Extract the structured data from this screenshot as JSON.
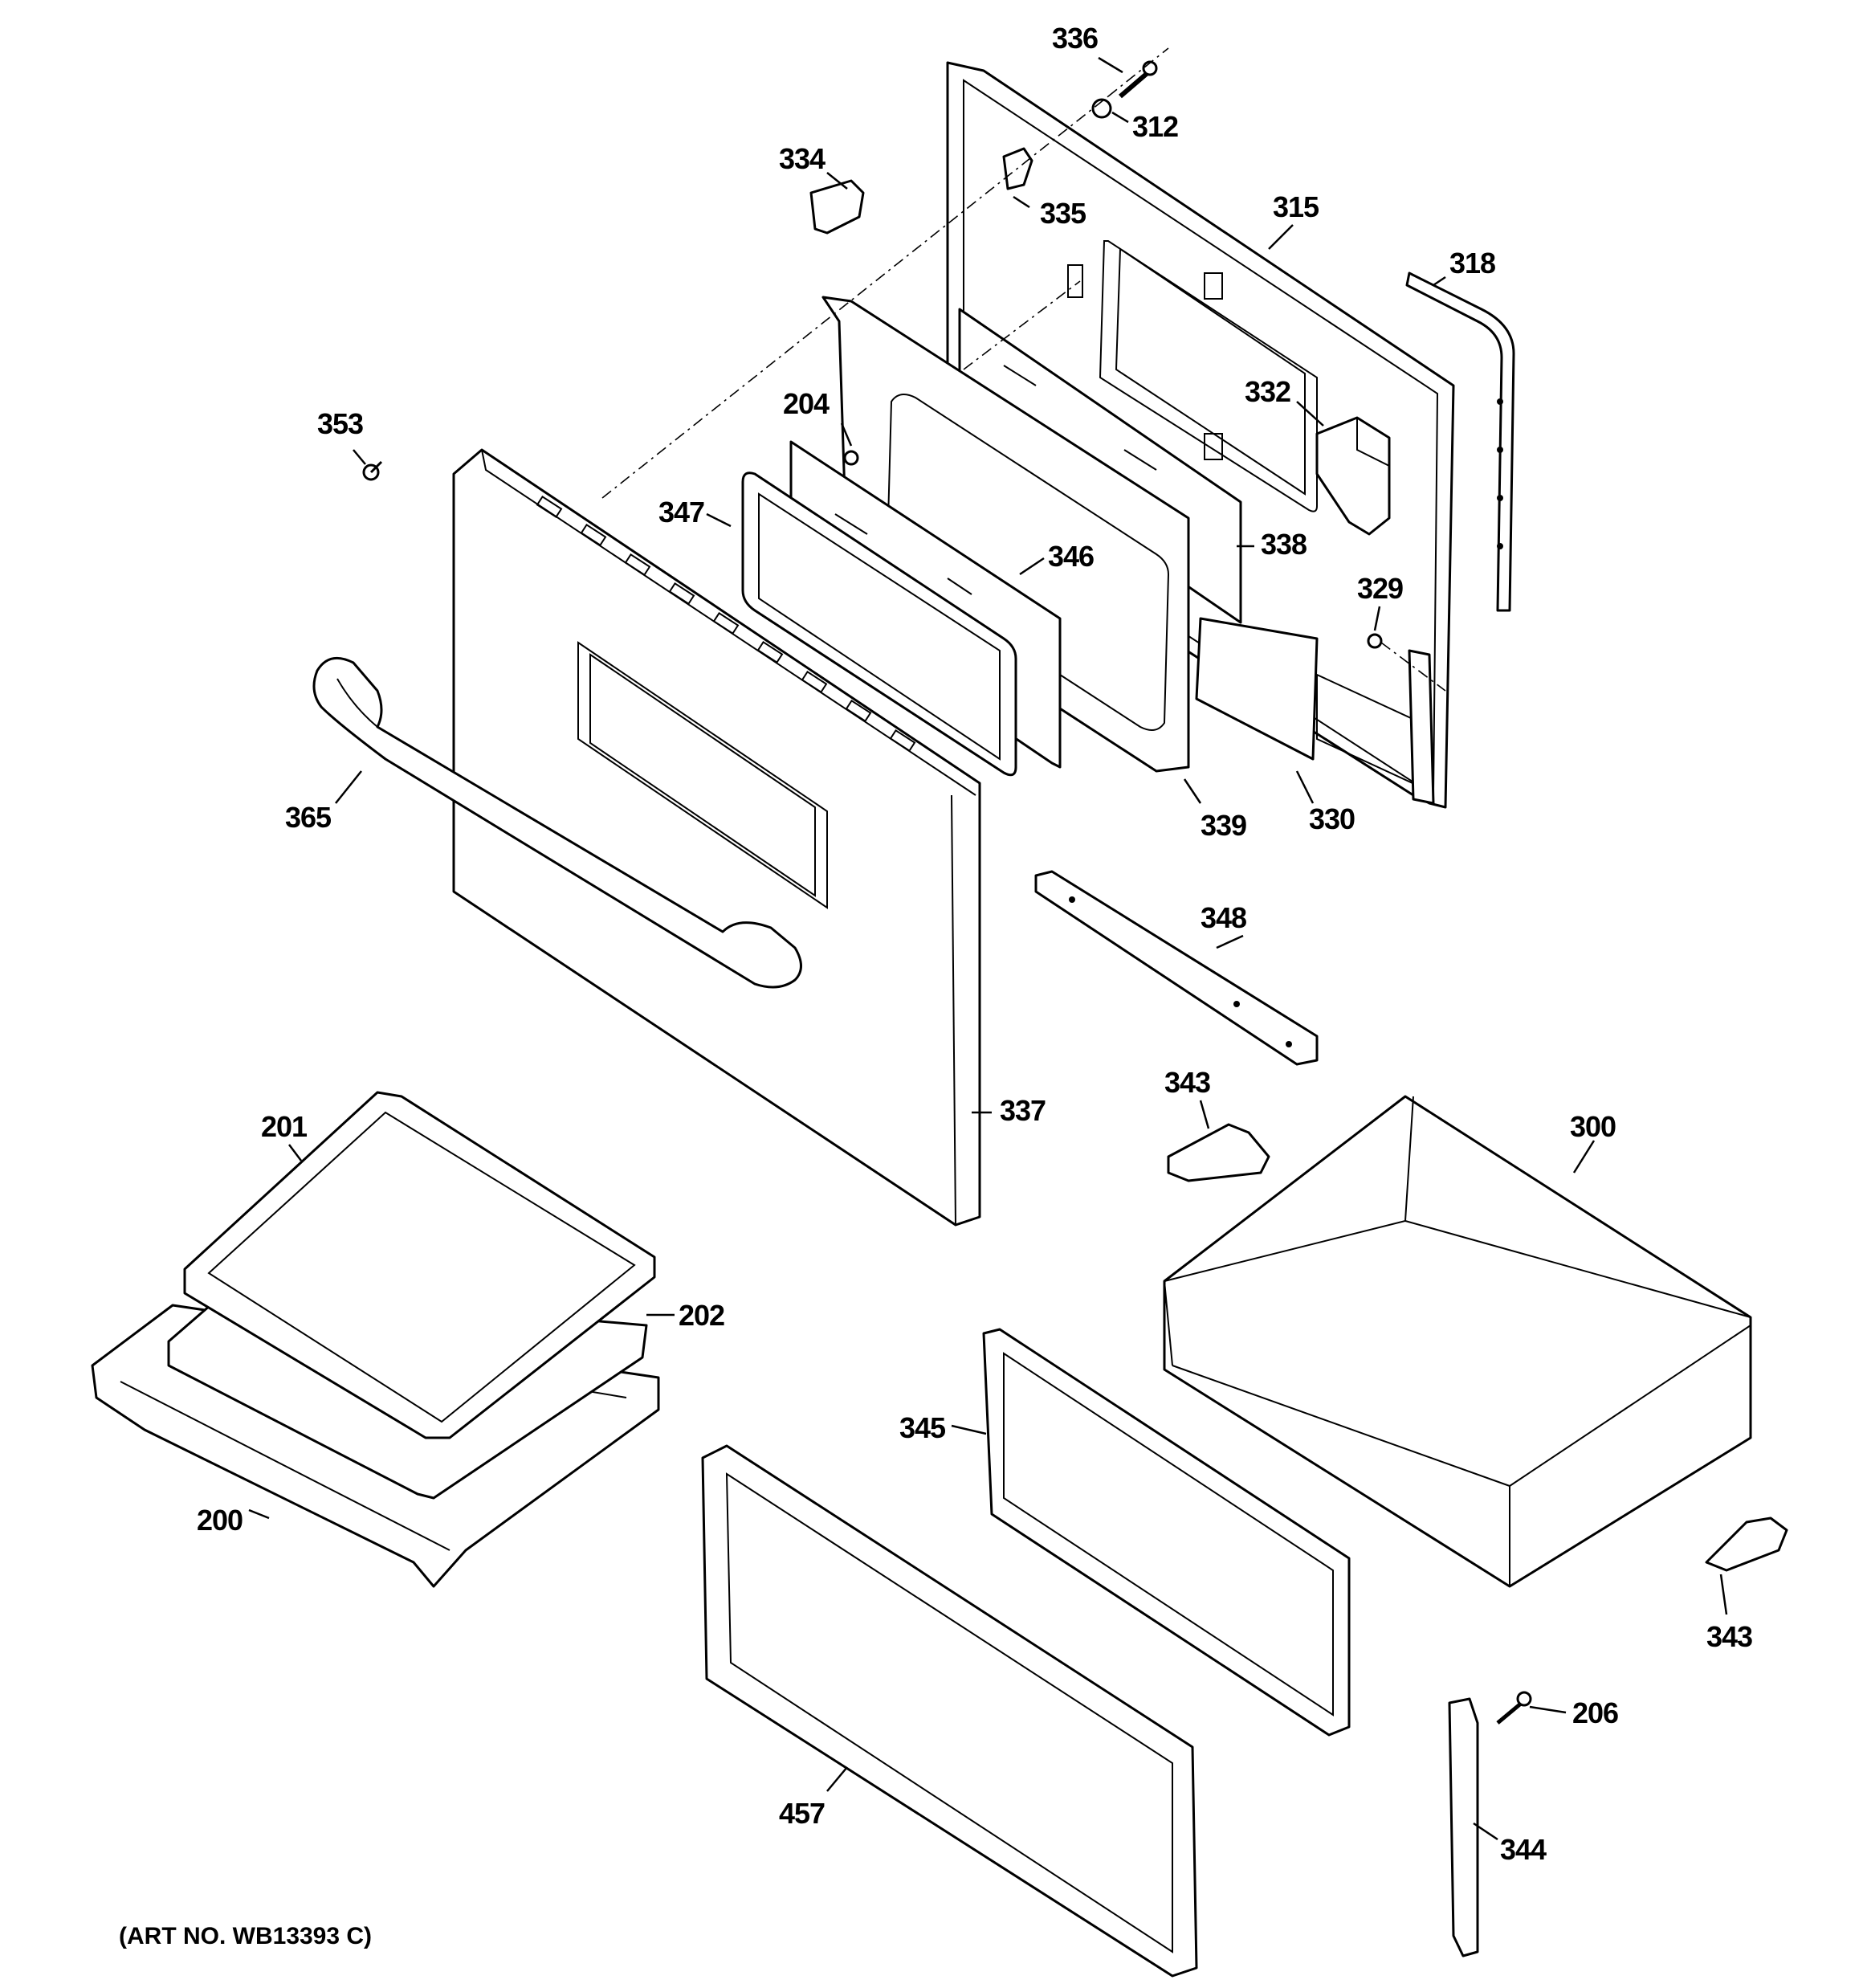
{
  "art_number": "(ART NO. WB13393 C)",
  "callouts": {
    "p200": "200",
    "p201": "201",
    "p202": "202",
    "p204": "204",
    "p206": "206",
    "p300": "300",
    "p312": "312",
    "p315": "315",
    "p318": "318",
    "p329": "329",
    "p330": "330",
    "p332": "332",
    "p334": "334",
    "p335": "335",
    "p336": "336",
    "p337": "337",
    "p338": "338",
    "p339": "339",
    "p343a": "343",
    "p343b": "343",
    "p344": "344",
    "p345": "345",
    "p346": "346",
    "p347": "347",
    "p348": "348",
    "p353": "353",
    "p365": "365",
    "p457": "457"
  }
}
